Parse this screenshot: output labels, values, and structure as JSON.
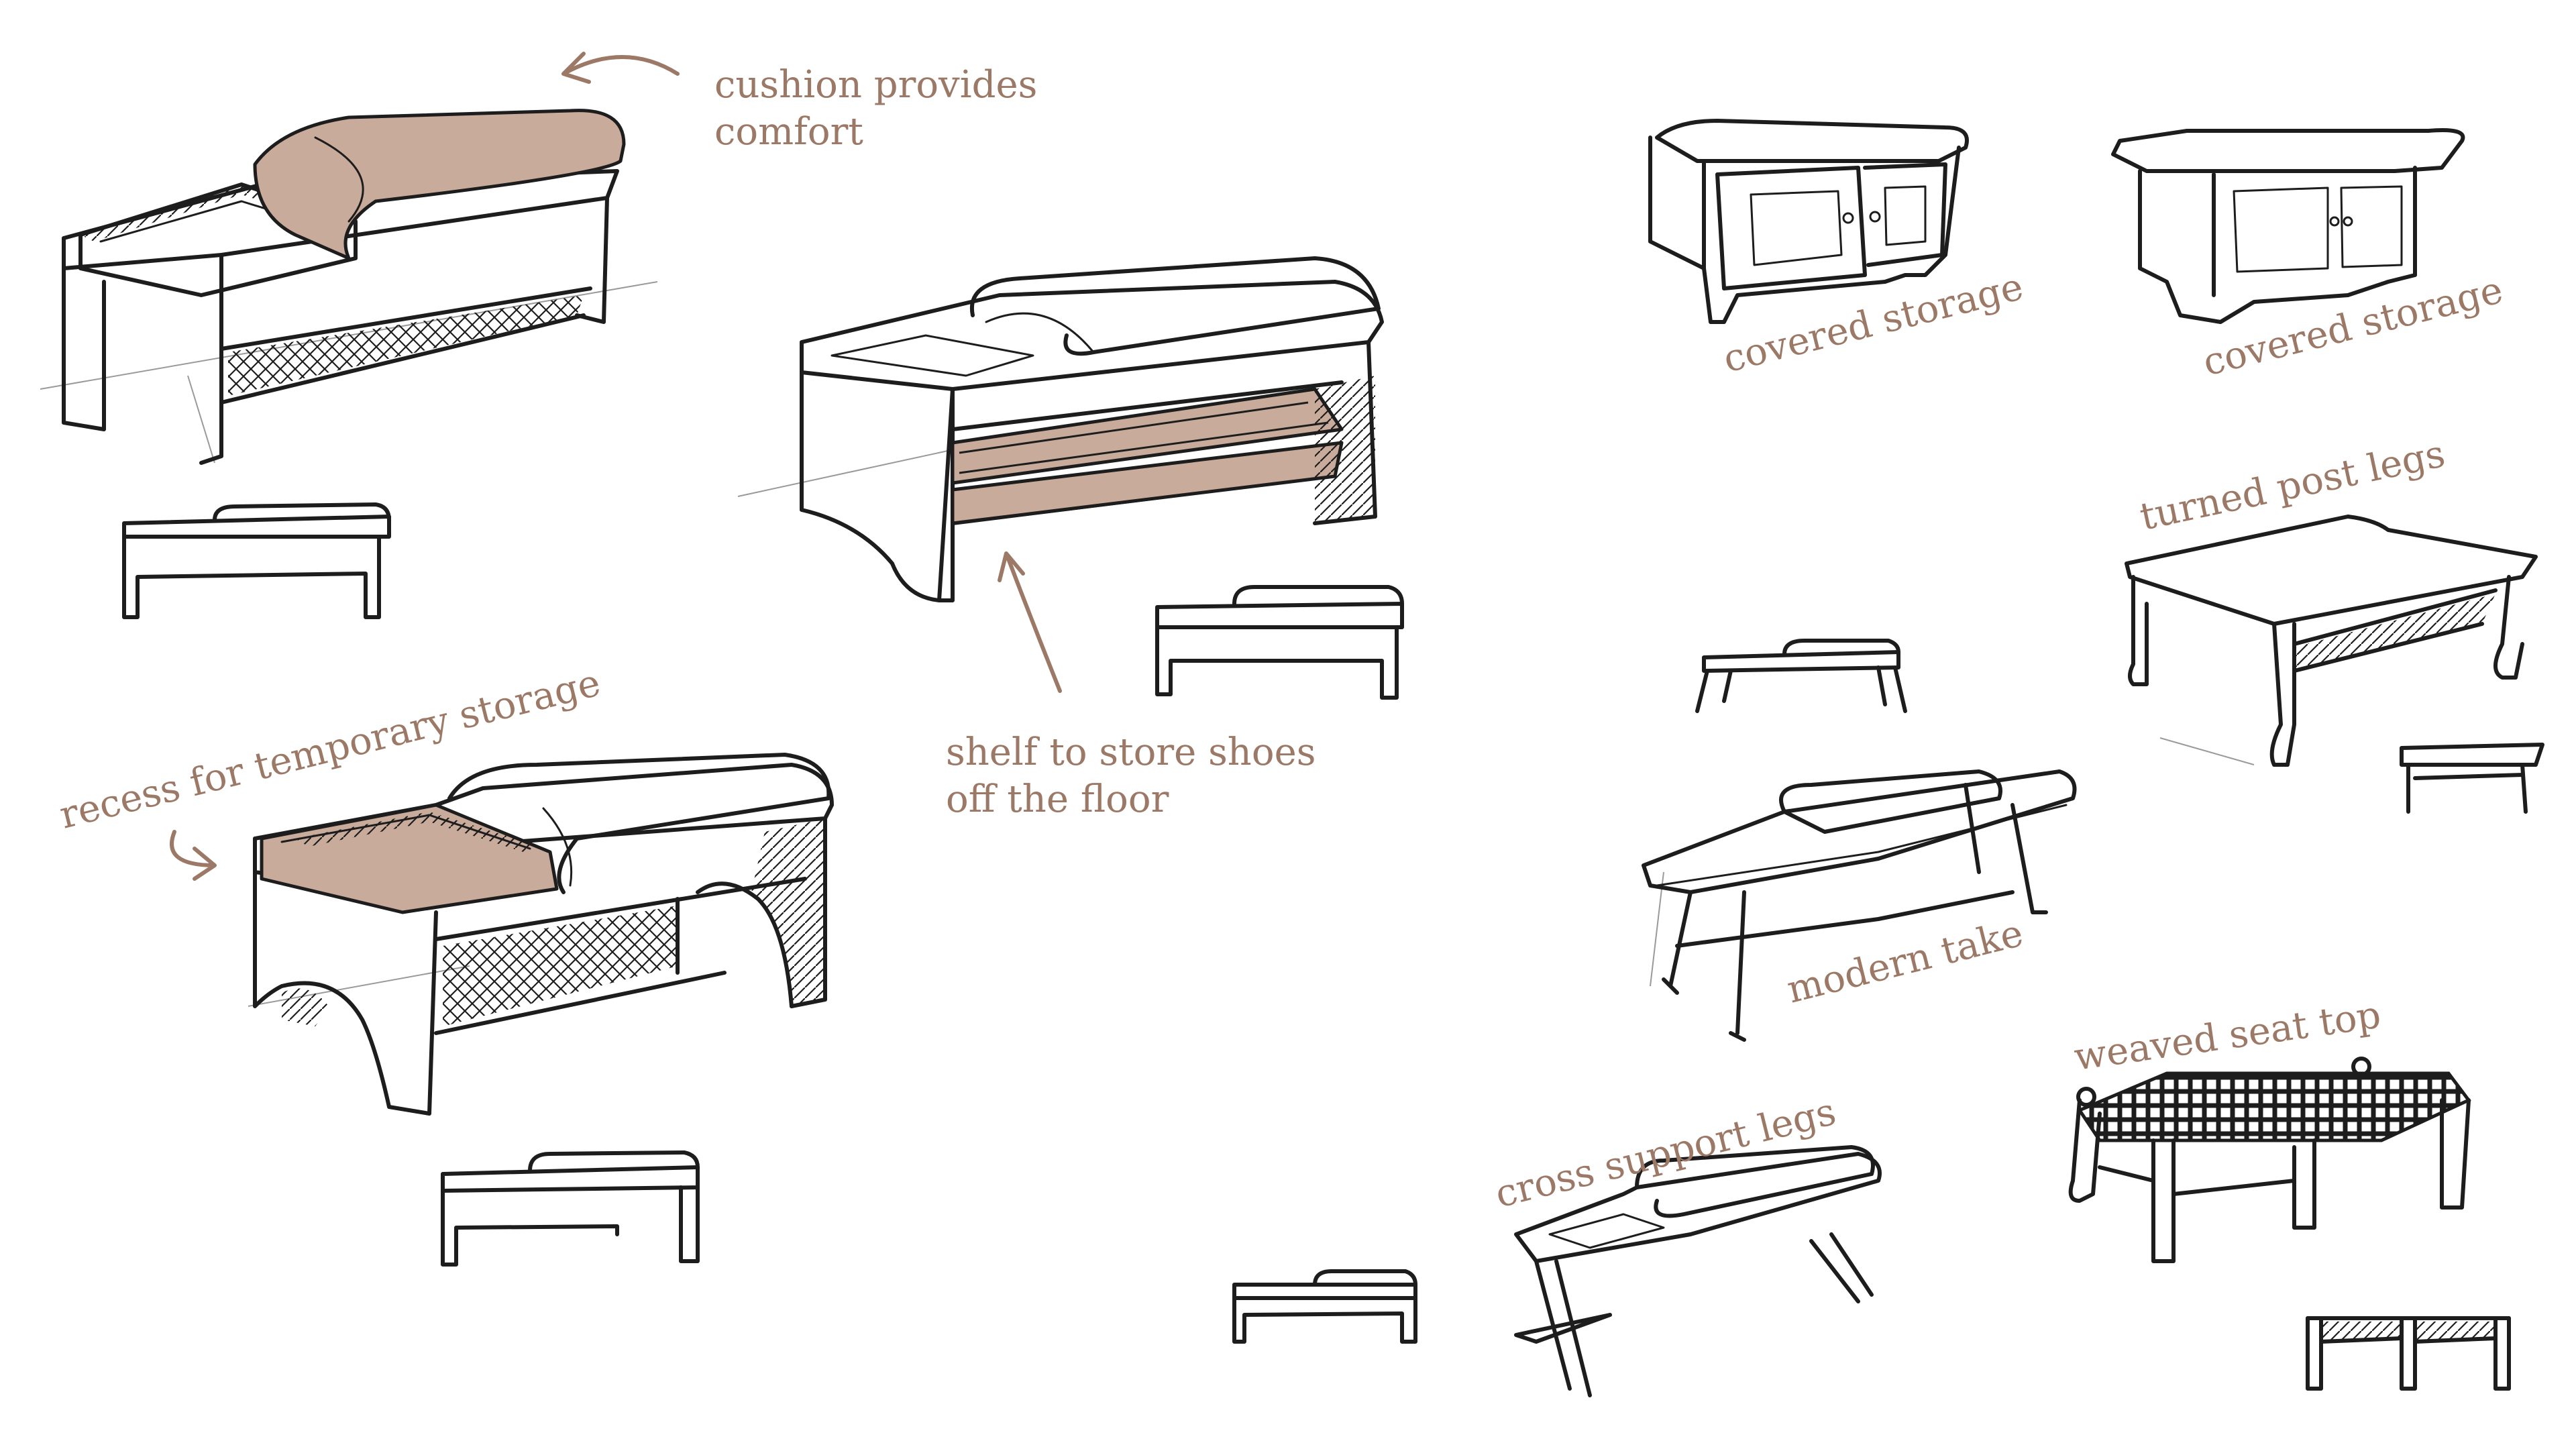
{
  "annotations": {
    "cushion": [
      "cushion provides",
      "comfort"
    ],
    "shelf": [
      "shelf to store shoes",
      "off the floor"
    ],
    "recess": "recess for temporary storage",
    "covered_1": "covered storage",
    "covered_2": "covered storage",
    "turned_legs": "turned post legs",
    "modern": "modern take",
    "cross_legs": "cross support legs",
    "weaved": "weaved seat top"
  },
  "colors": {
    "annotation": "#9c7966",
    "highlight": "#c9ab9b",
    "ink": "#1d1d1d"
  }
}
